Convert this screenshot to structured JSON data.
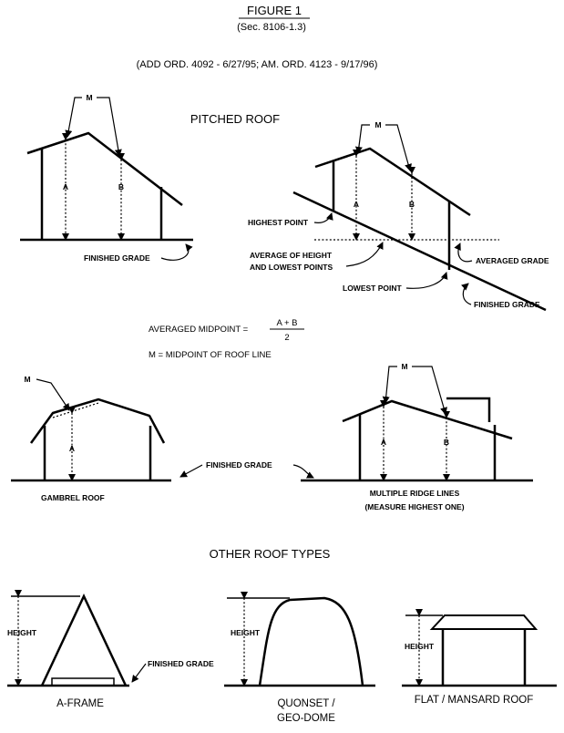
{
  "header": {
    "title": "FIGURE 1",
    "section": "(Sec. 8106-1.3)",
    "ordinance": "(ADD ORD. 4092 - 6/27/95; AM. ORD. 4123 - 9/17/96)"
  },
  "pitched_roof": {
    "heading": "PITCHED ROOF",
    "left": {
      "m": "M",
      "a": "A",
      "b": "B",
      "finished_grade": "FINISHED GRADE"
    },
    "right": {
      "m": "M",
      "a": "A",
      "b": "B",
      "highest_point": "HIGHEST POINT",
      "average_line1": "AVERAGE OF HEIGHT",
      "average_line2": "AND LOWEST POINTS",
      "lowest_point": "LOWEST POINT",
      "averaged_grade": "AVERAGED GRADE",
      "finished_grade": "FINISHED GRADE"
    }
  },
  "formula": {
    "lhs": "AVERAGED MIDPOINT =",
    "numerator": "A + B",
    "denominator": "2",
    "definition": "M = MIDPOINT OF ROOF LINE"
  },
  "gambrel": {
    "m": "M",
    "a": "A",
    "finished_grade": "FINISHED GRADE",
    "caption": "GAMBREL ROOF"
  },
  "multiple": {
    "m": "M",
    "a": "A",
    "b": "B",
    "caption_line1": "MULTIPLE RIDGE LINES",
    "caption_line2": "(MEASURE HIGHEST ONE)"
  },
  "other": {
    "heading": "OTHER ROOF TYPES",
    "aframe": {
      "height": "HEIGHT",
      "finished_grade": "FINISHED GRADE",
      "caption": "A-FRAME"
    },
    "quonset": {
      "height": "HEIGHT",
      "caption_line1": "QUONSET /",
      "caption_line2": "GEO-DOME"
    },
    "flat": {
      "height": "HEIGHT",
      "caption": "FLAT / MANSARD ROOF"
    }
  }
}
